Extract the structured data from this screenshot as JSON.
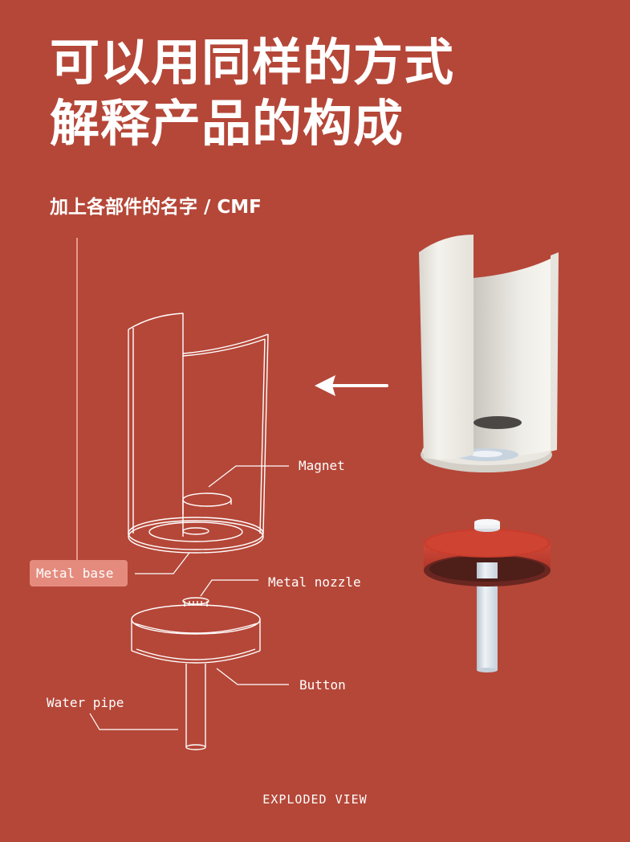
{
  "title": {
    "line1": "可以用同样的方式",
    "line2": "解释产品的构成"
  },
  "subtitle": "加上各部件的名字 / CMF",
  "labels": {
    "magnet": "Magnet",
    "metal_base": "Metal base",
    "metal_nozzle": "Metal nozzle",
    "button": "Button",
    "water_pipe": "Water pipe"
  },
  "footer": "EXPLODED VIEW",
  "colors": {
    "background": "#b54738",
    "line": "#ffffff",
    "highlight_box": "#e48b7e",
    "shell": "#eeebe4",
    "button_red": "#c23a2b",
    "pipe": "#d9e2ea"
  }
}
